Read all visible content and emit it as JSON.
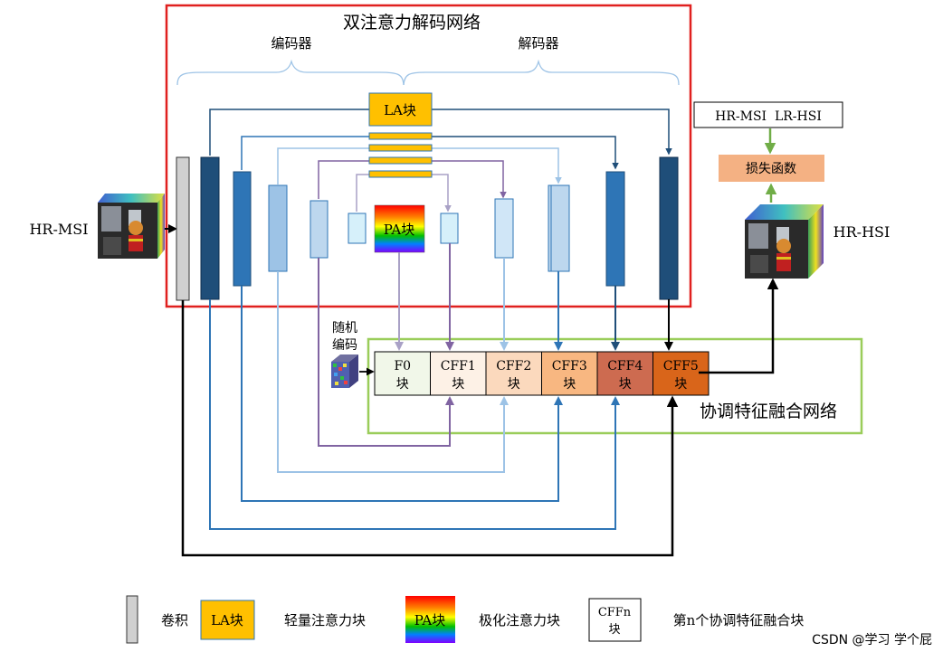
{
  "titles": {
    "dual_net": "双注意力解码网络",
    "encoder": "编码器",
    "decoder": "解码器",
    "fusion_net": "协调特征融合网络",
    "random_code_1": "随机",
    "random_code_2": "编码"
  },
  "blocks": {
    "la": "LA块",
    "pa": "PA块",
    "loss": "损失函数",
    "loss_inputs": "HR-MSI  LR-HSI"
  },
  "cff": [
    {
      "line1": "F0",
      "line2": "块",
      "color": "#f1f7e9"
    },
    {
      "line1": "CFF1",
      "line2": "块",
      "color": "#fdf1e6"
    },
    {
      "line1": "CFF2",
      "line2": "块",
      "color": "#fbd9bd"
    },
    {
      "line1": "CFF3",
      "line2": "块",
      "color": "#f8b781"
    },
    {
      "line1": "CFF4",
      "line2": "块",
      "color": "#cd6b50"
    },
    {
      "line1": "CFF5",
      "line2": "块",
      "color": "#d9651a"
    }
  ],
  "io": {
    "input_label": "HR-MSI",
    "output_label": "HR-HSI"
  },
  "legend": {
    "conv": "卷积",
    "la_box": "LA块",
    "la_desc": "轻量注意力块",
    "pa_box": "PA块",
    "pa_desc": "极化注意力块",
    "cff_box_1": "CFFn",
    "cff_box_2": "块",
    "cff_desc": "第n个协调特征融合块"
  },
  "watermark": "CSDN @学习 学个屁",
  "colors": {
    "red_frame": "#e0201f",
    "green_frame": "#9acd5a",
    "la_fill": "#ffc000",
    "loss_fill": "#f4b183",
    "dark_blue": "#1f4e79",
    "mid_blue": "#2e75b6",
    "light_blue": "#9dc3e6",
    "pale_blue": "#bdd7ee",
    "purple": "#8064a2"
  }
}
